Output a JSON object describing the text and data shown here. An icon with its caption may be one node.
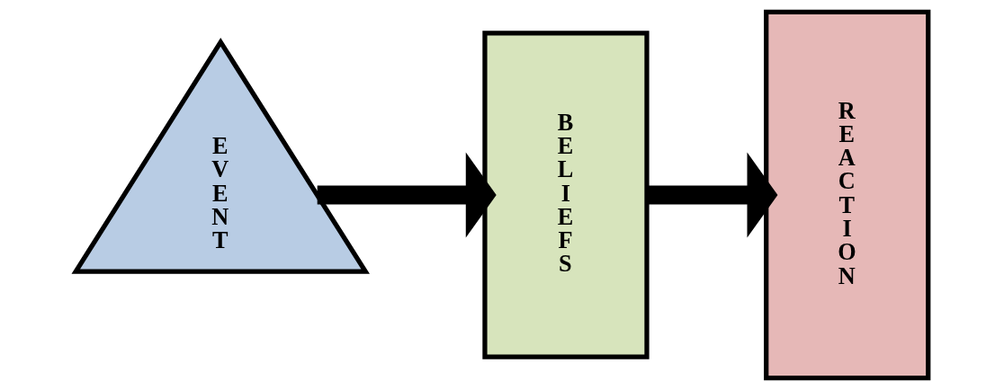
{
  "diagram": {
    "nodes": [
      {
        "text": [
          "EVENT"
        ]
      },
      {
        "text": [
          "BELIEFS"
        ]
      },
      {
        "text": [
          "REACTION"
        ]
      }
    ],
    "edges": [
      {
        "from": 0,
        "to": 1,
        "arrow": "to"
      },
      {
        "from": 1,
        "to": 2,
        "arrow": "to"
      }
    ]
  }
}
